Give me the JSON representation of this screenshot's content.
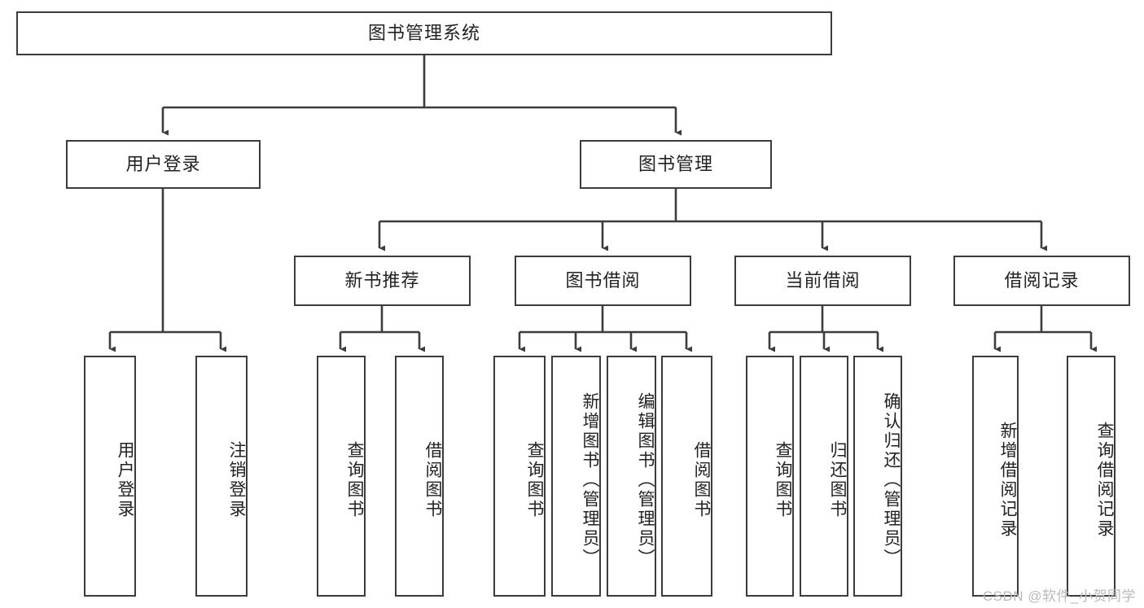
{
  "diagram": {
    "title": "图书管理系统",
    "type": "hierarchy-tree",
    "watermark": "CSDN @软件_小贺同学",
    "colors": {
      "line": "#3c3c3c",
      "box_border": "#3c3c3c",
      "box_fill": "#ffffff",
      "text": "#222222",
      "background": "#ffffff",
      "watermark": "#b9b9b9"
    },
    "root": {
      "label": "图书管理系统"
    },
    "level2": [
      {
        "label": "用户登录"
      },
      {
        "label": "图书管理"
      }
    ],
    "level3": [
      {
        "label": "新书推荐"
      },
      {
        "label": "图书借阅"
      },
      {
        "label": "当前借阅"
      },
      {
        "label": "借阅记录"
      }
    ],
    "leaves": {
      "user_login": [
        {
          "label": "用户登录"
        },
        {
          "label": "注销登录"
        }
      ],
      "new_book": [
        {
          "label": "查询图书"
        },
        {
          "label": "借阅图书"
        }
      ],
      "book_borrow": [
        {
          "label": "查询图书"
        },
        {
          "label": "新增图书（管理员）"
        },
        {
          "label": "编辑图书（管理员）"
        },
        {
          "label": "借阅图书"
        }
      ],
      "current_borrow": [
        {
          "label": "查询图书"
        },
        {
          "label": "归还图书"
        },
        {
          "label": "确认归还（管理员）"
        }
      ],
      "borrow_record": [
        {
          "label": "新增借阅记录"
        },
        {
          "label": "查询借阅记录"
        }
      ]
    }
  }
}
